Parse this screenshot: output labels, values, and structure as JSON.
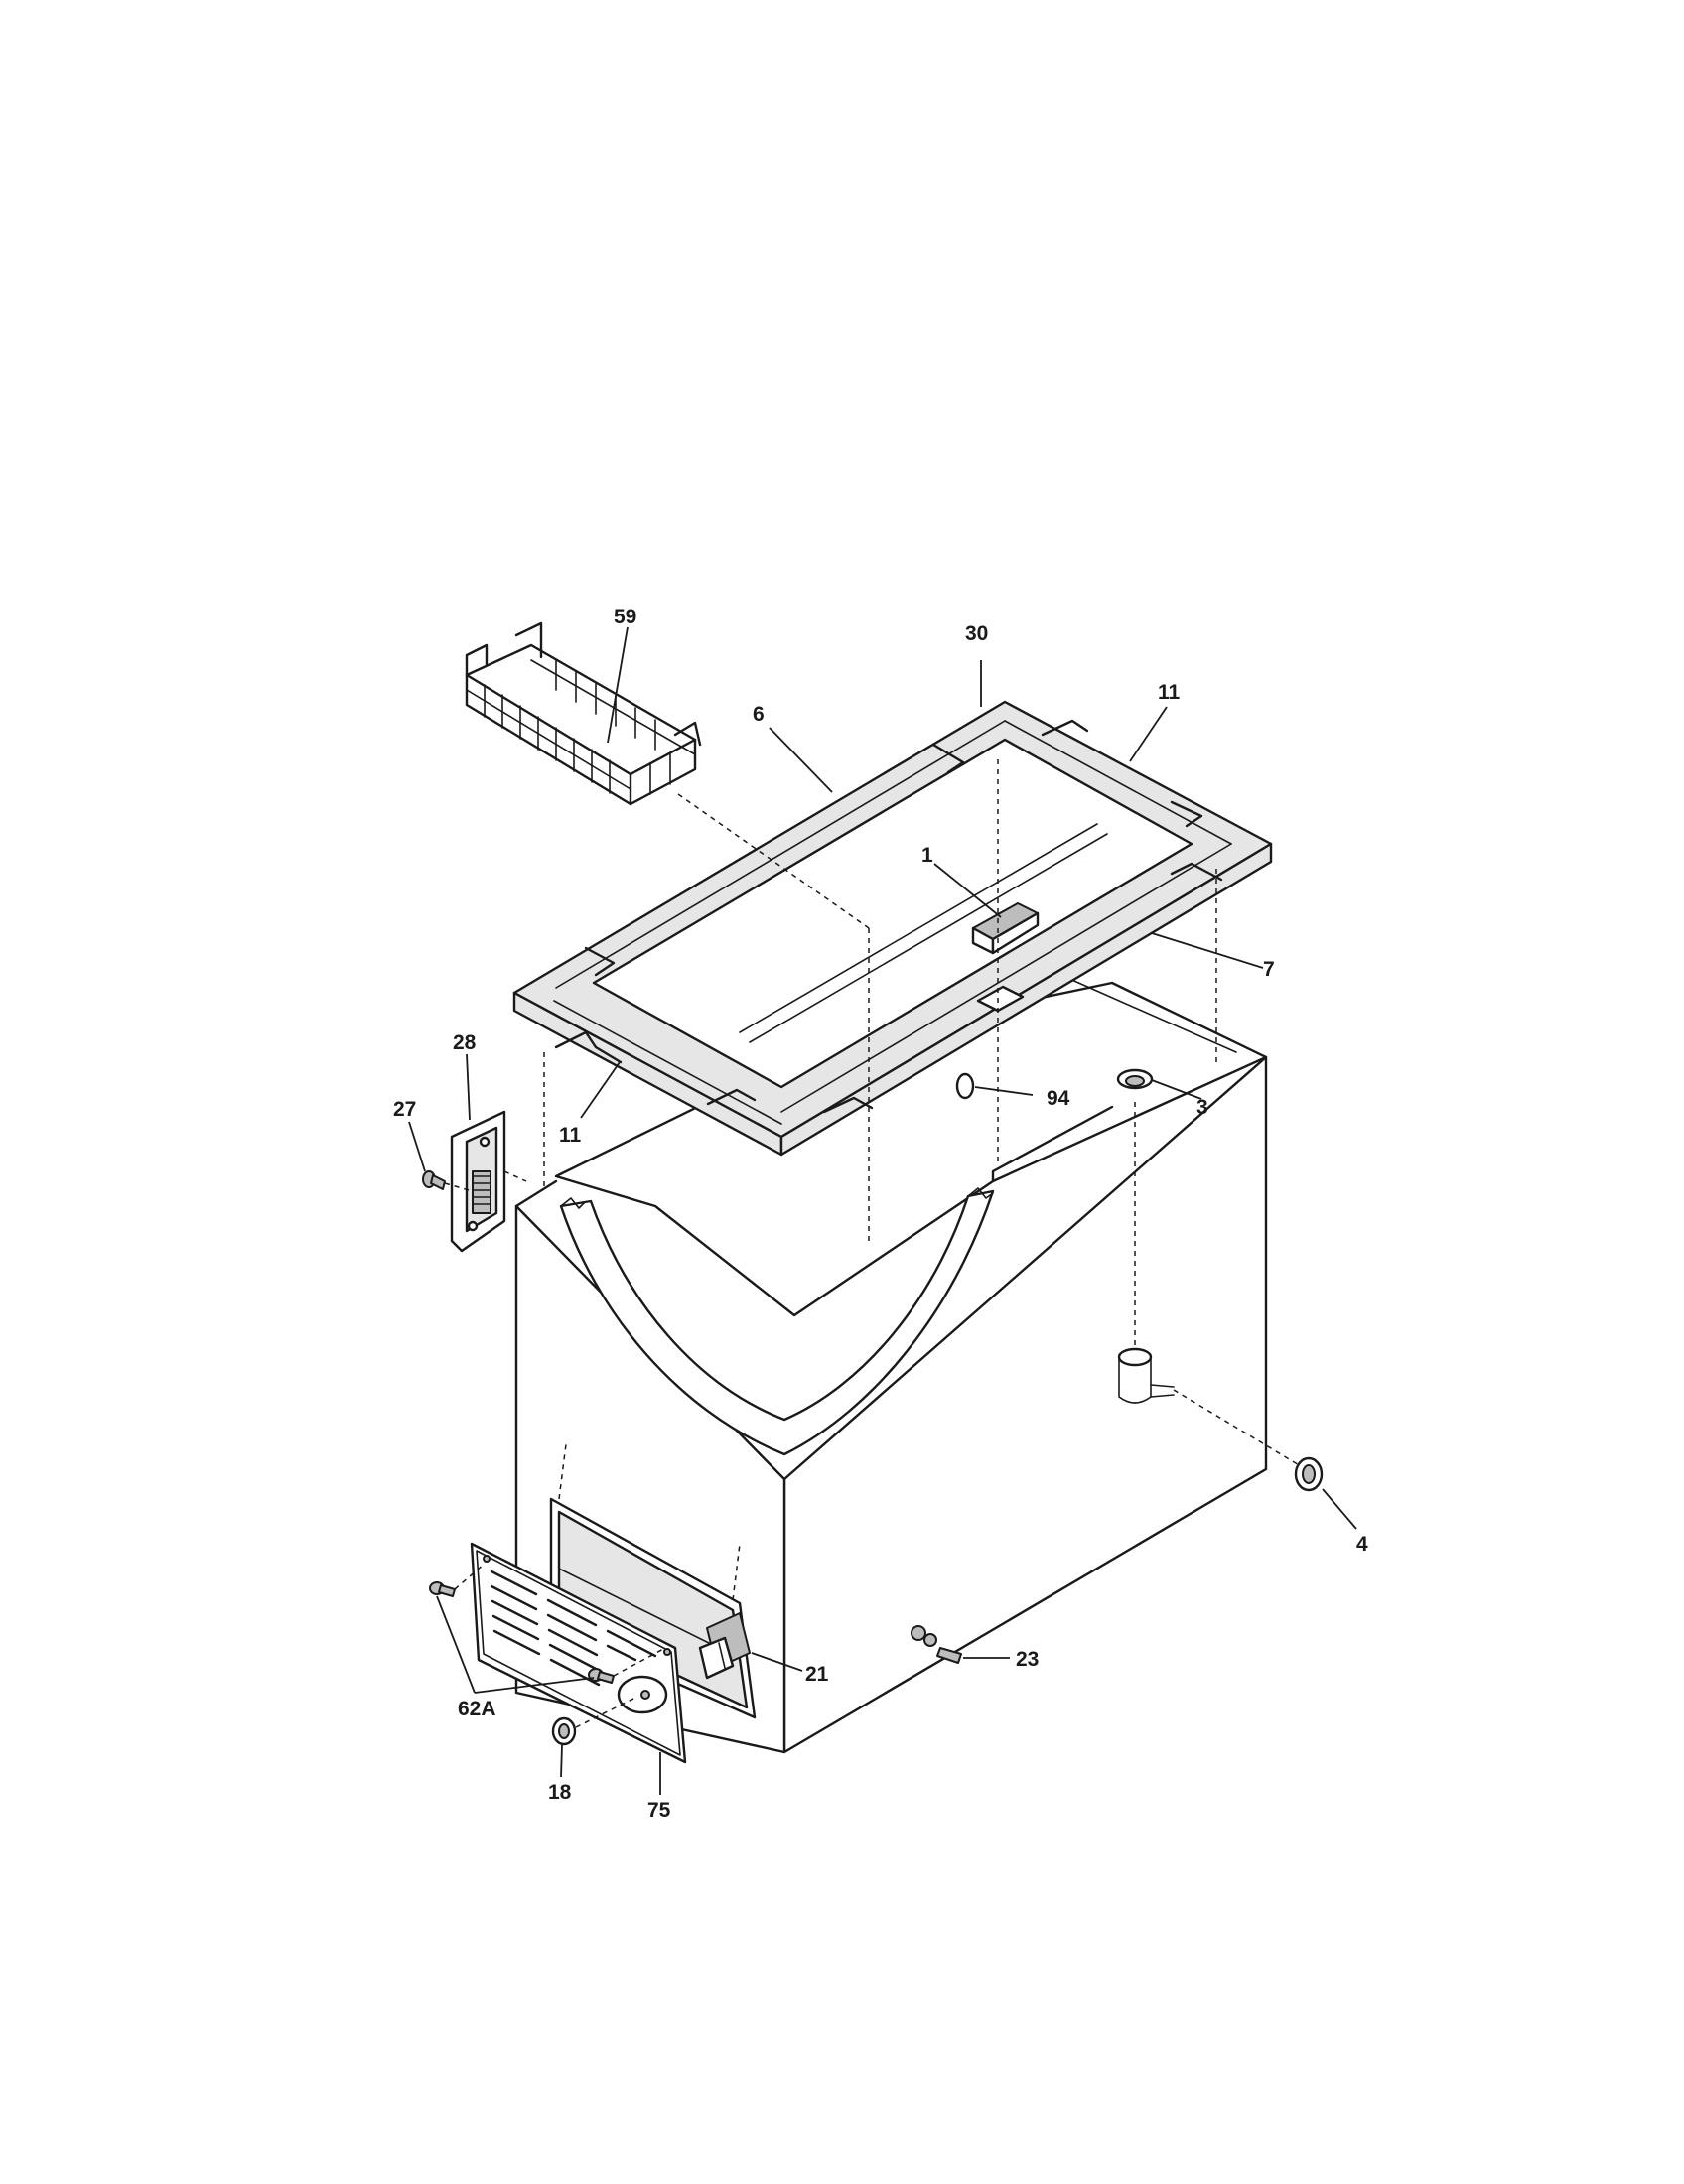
{
  "diagram": {
    "parts": [
      {
        "id": "59",
        "label": "59"
      },
      {
        "id": "30",
        "label": "30"
      },
      {
        "id": "6",
        "label": "6"
      },
      {
        "id": "11-top",
        "label": "11"
      },
      {
        "id": "1",
        "label": "1"
      },
      {
        "id": "7",
        "label": "7"
      },
      {
        "id": "28",
        "label": "28"
      },
      {
        "id": "27",
        "label": "27"
      },
      {
        "id": "11-left",
        "label": "11"
      },
      {
        "id": "94",
        "label": "94"
      },
      {
        "id": "3",
        "label": "3"
      },
      {
        "id": "4",
        "label": "4"
      },
      {
        "id": "21",
        "label": "21"
      },
      {
        "id": "23",
        "label": "23"
      },
      {
        "id": "62A",
        "label": "62A"
      },
      {
        "id": "18",
        "label": "18"
      },
      {
        "id": "75",
        "label": "75"
      }
    ],
    "colors": {
      "line": "#1a1a1a",
      "background": "#ffffff",
      "gasket": "#e6e6e6",
      "shade": "#bdbdbd"
    }
  }
}
